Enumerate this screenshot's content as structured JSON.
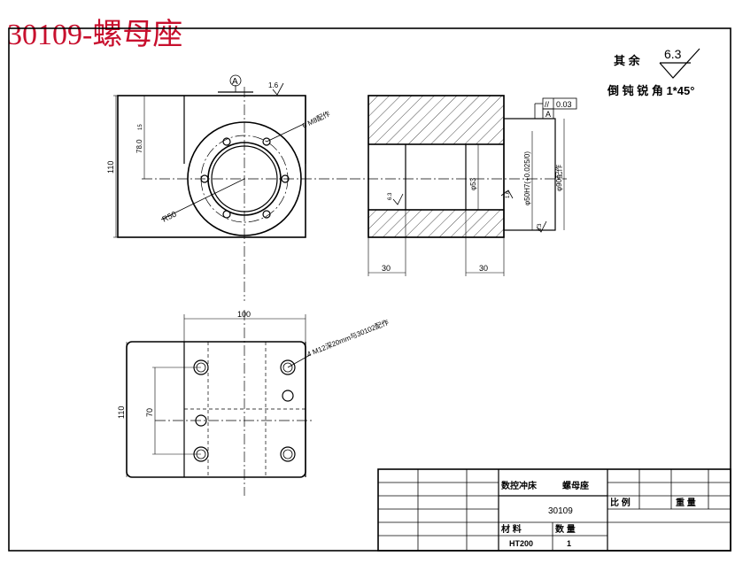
{
  "title": "30109-螺母座",
  "notes": {
    "remainder_label": "其 余",
    "remainder_value": "6.3",
    "chamfer_note": "倒 钝 锐 角 1*45°"
  },
  "front_view": {
    "datum": "A",
    "roughness_top": "1.6",
    "dim_height": "110",
    "dim_center": "78.0",
    "dim_tol": "15",
    "radius": "R50",
    "hole_note": "6 M8配作"
  },
  "section_view": {
    "tolerance_symbol": "//",
    "tolerance_value": "0.03",
    "datum": "A",
    "dim_left": "30",
    "dim_right": "30",
    "dia_inner": "φ53",
    "dia_bore": "φ50H7(+0.025/0)",
    "dia_outer": "φ90配作",
    "roughness_1": "6.3",
    "roughness_2": "1.6",
    "roughness_3": "6.3"
  },
  "top_view": {
    "dim_width": "100",
    "dim_height": "110",
    "dim_inner": "70",
    "hole_note": "4 M12深20mm与30102配作"
  },
  "title_block": {
    "assembly": "数控冲床",
    "part_name": "螺母座",
    "part_number": "30109",
    "scale_label": "比 例",
    "weight_label": "重 量",
    "material_label": "材    料",
    "quantity_label": "数    量",
    "material": "HT200",
    "quantity": "1"
  }
}
